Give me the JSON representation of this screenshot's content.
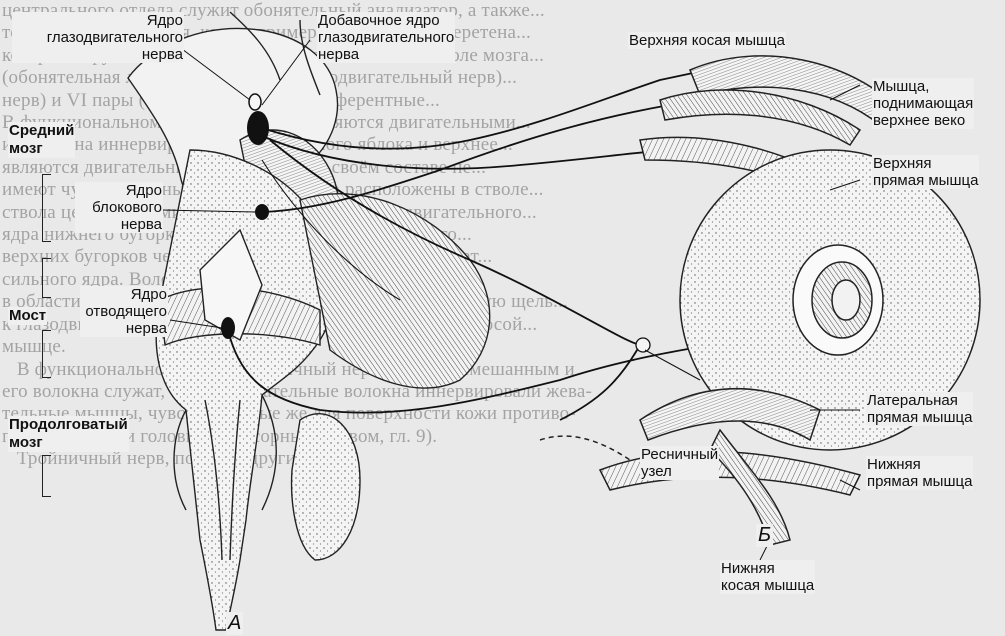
{
  "labels": {
    "oculomotor_nucleus": "Ядро\nглазодвигательного\nнерва",
    "accessory_oculomotor_nucleus": "Добавочное ядро\nглазодвигательного\nнерва",
    "trochlear_nucleus": "Ядро\nблокового\nнерва",
    "abducens_nucleus": "Ядро\nотводящего\nнерва",
    "superior_oblique": "Верхняя косая мышца",
    "levator_palpebrae": "Мышца,\nподнимающая\nверхнее веко",
    "superior_rectus": "Верхняя\nпрямая мышца",
    "lateral_rectus": "Латеральная\nпрямая мышца",
    "inferior_rectus": "Нижняя\nпрямая мышца",
    "inferior_oblique": "Нижняя\nкосая мышца",
    "ciliary_ganglion": "Ресничный\nузел"
  },
  "brain_regions": {
    "midbrain": "Средний\nмозг",
    "pons": "Мост",
    "medulla": "Продолговатый\nмозг"
  },
  "panels": {
    "a": "А",
    "b": "Б"
  },
  "background_text": [
    "центрального отдела служит обонятельный анализатор, а также...",
    "только чувствительная, как, например, обонятельная веретена...",
    "которые берут начало из клеток, расположенных в стволе мозга...",
    "(обонятельная луковица), III пары (глазодвигательный нерв)...",
    "нерв) и VI пары (отводящий нерв) — эфферентные...",
    "В функциональном плане эти нервы являются двигательными...",
    "их волокна иннервируют мышцы глазного яблока и верхнее...",
    "являются двигательными, однако они в своём составе не...",
    "имеют чувствительных волокон. Их тела расположены в стволе...",
    "ствола центральными структурами от ядер глазодвигательного...",
    "ядра нижнего бугорка; глазодвигательного и блокового...",
    "верхних бугорков четверохолмия, добавочные ядра лежат...",
    "сильного ядра. Волокна ядра располагаются медиальнее...",
    "в области основания мозга, проходят в верхнюю глазничную щель...",
    "к глазодвигательным мышцам и оканчиваются в нижней косой...",
    "мышце.",
    "   В функциональном плане тройничный нерв является смешанным и",
    "его волокна служат, чтобы двигательные волокна иннервировали жева-",
    "тельные мышцы, чувствительные же для поверхности кожи противо-",
    "положной части головы (с сенсорным нервом, гл. 9).",
    "   Тройничный нерв, подобно другим..."
  ]
}
